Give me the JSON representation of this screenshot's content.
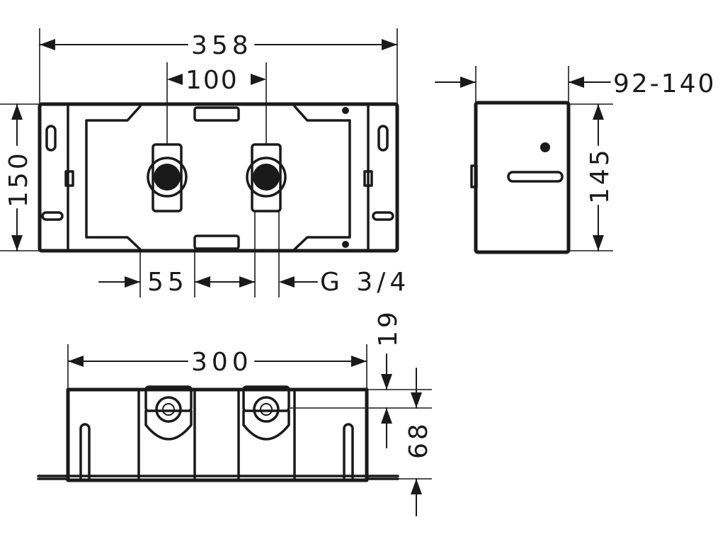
{
  "dimensions": {
    "total_width": "358",
    "valve_spacing": "100",
    "height_front": "150",
    "gap_left": "55",
    "thread": "G 3/4",
    "depth_range": "92-140",
    "side_height": "145",
    "bottom_width": "300",
    "top_offset": "19",
    "valve_height": "68"
  }
}
